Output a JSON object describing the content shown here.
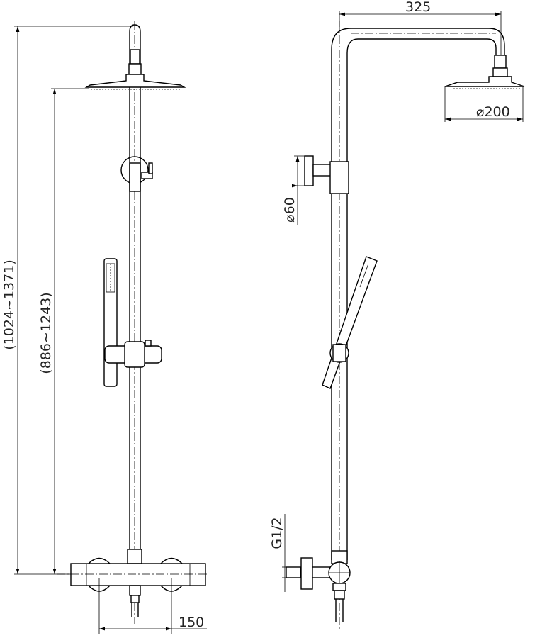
{
  "dimensions": {
    "arm_length": "325",
    "head_diameter": "⌀200",
    "bracket_diameter": "⌀60",
    "inlet_thread": "G1/2",
    "inlet_spacing": "150",
    "total_height": "(1024~1371)",
    "head_height": "(886~1243)"
  },
  "colors": {
    "line": "#000000",
    "background": "#ffffff"
  }
}
